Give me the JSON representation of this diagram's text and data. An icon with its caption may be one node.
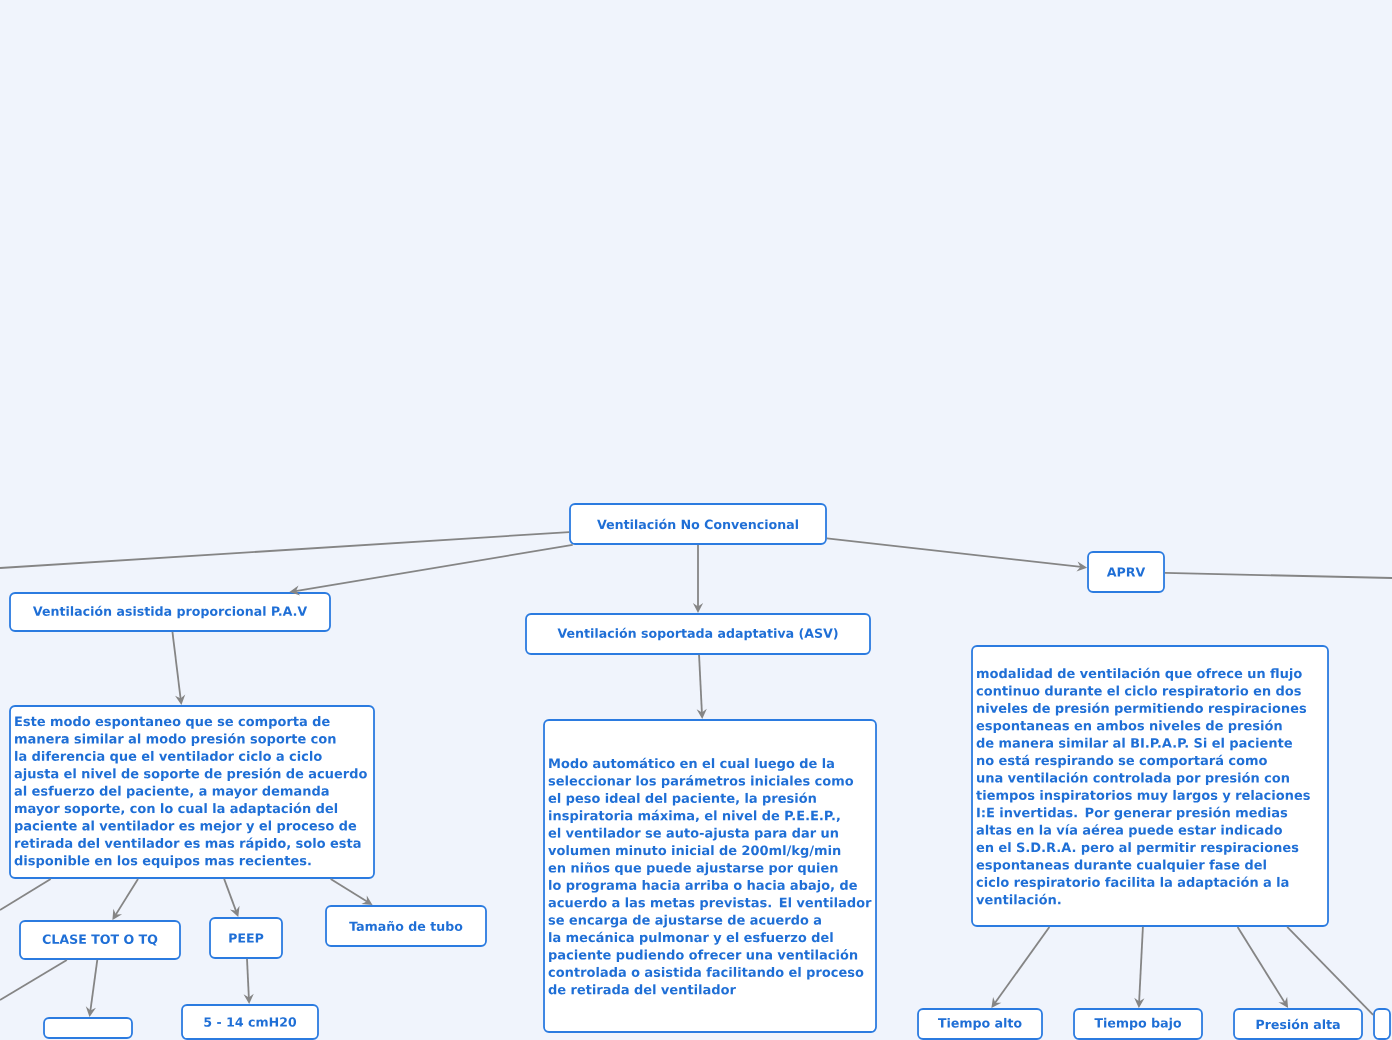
{
  "diagram": {
    "nodes": [
      {
        "text": [
          "Ventilación No Convencional"
        ]
      },
      {
        "text": [
          "Ventilación asistida proporcional P.A.V"
        ]
      },
      {
        "text": [
          "Este modo espontaneo que se comporta de manera similar al modo presión soporte con la diferencia que el ventilador ciclo a ciclo ajusta el nivel de soporte de presión de acuerdo al esfuerzo del paciente, a mayor demanda mayor soporte, con lo cual la adaptación del paciente al ventilador es mejor y el proceso de retirada del ventilador es mas rápido, solo esta disponible en los equipos mas recientes."
        ]
      },
      {
        "text": [
          "CLASE TOT O TQ"
        ]
      },
      {
        "text": [
          "PEEP"
        ]
      },
      {
        "text": [
          "Tamaño de tubo"
        ]
      },
      {
        "text": [
          "5 - 14 cmH20"
        ]
      },
      {
        "text": [],
        "shape": "box"
      },
      {
        "text": [
          "Ventilación soportada adaptativa (ASV)"
        ]
      },
      {
        "text": [
          "Modo automático en el cual luego de la seleccionar los parámetros iniciales como el peso ideal del paciente, la presión inspiratoria máxima, el nivel de P.E.E.P., el ventilador se auto-ajusta para dar un volumen minuto inicial de 200ml/kg/min en niños que puede ajustarse por quien lo programa hacia arriba o hacia abajo, de acuerdo a las metas previstas. El ventilador se encarga de ajustarse de acuerdo a la mecánica pulmonar y el esfuerzo del paciente pudiendo ofrecer una ventilación controlada o asistida facilitando el proceso de retirada del ventilador"
        ]
      },
      {
        "text": [
          "APRV"
        ]
      },
      {
        "text": [
          "modalidad de ventilación que ofrece un flujo continuo durante el ciclo respiratorio en dos niveles de presión permitiendo respiraciones espontaneas en ambos niveles de presión de manera similar al BI.P.A.P. Si el paciente no está respirando se comportará como una ventilación controlada por presión con tiempos inspiratorios muy largos y relaciones I:E invertidas. Por generar presión medias altas en la vía aérea puede estar indicado en el S.D.R.A. pero al permitir respiraciones espontaneas durante cualquier fase del ciclo respiratorio facilita la adaptación a la ventilación."
        ]
      },
      {
        "text": [
          "Tiempo alto"
        ]
      },
      {
        "text": [
          "Tiempo bajo"
        ]
      },
      {
        "text": [
          "Presión alta"
        ]
      },
      {
        "text": [],
        "shape": "box"
      }
    ],
    "edges": [
      {
        "from": 0,
        "to": null,
        "arrow": "none"
      },
      {
        "from": 0,
        "to": 1,
        "arrow": "to"
      },
      {
        "from": 0,
        "to": 8,
        "arrow": "to"
      },
      {
        "from": 0,
        "to": 10,
        "arrow": "to"
      },
      {
        "from": 10,
        "to": null,
        "arrow": "none"
      },
      {
        "from": 1,
        "to": 2,
        "arrow": "to"
      },
      {
        "from": 2,
        "to": null,
        "arrow": "none"
      },
      {
        "from": 2,
        "to": 3,
        "arrow": "to"
      },
      {
        "from": 3,
        "to": 7,
        "arrow": "to"
      },
      {
        "from": 3,
        "to": null,
        "arrow": "none"
      },
      {
        "from": 2,
        "to": 4,
        "arrow": "to"
      },
      {
        "from": 2,
        "to": 5,
        "arrow": "to"
      },
      {
        "from": 4,
        "to": 6,
        "arrow": "to"
      },
      {
        "from": 8,
        "to": 9,
        "arrow": "to"
      },
      {
        "from": 11,
        "to": 12,
        "arrow": "to"
      },
      {
        "from": 11,
        "to": 13,
        "arrow": "to"
      },
      {
        "from": 11,
        "to": 14,
        "arrow": "to"
      },
      {
        "from": 11,
        "to": 15,
        "arrow": "none"
      }
    ]
  }
}
